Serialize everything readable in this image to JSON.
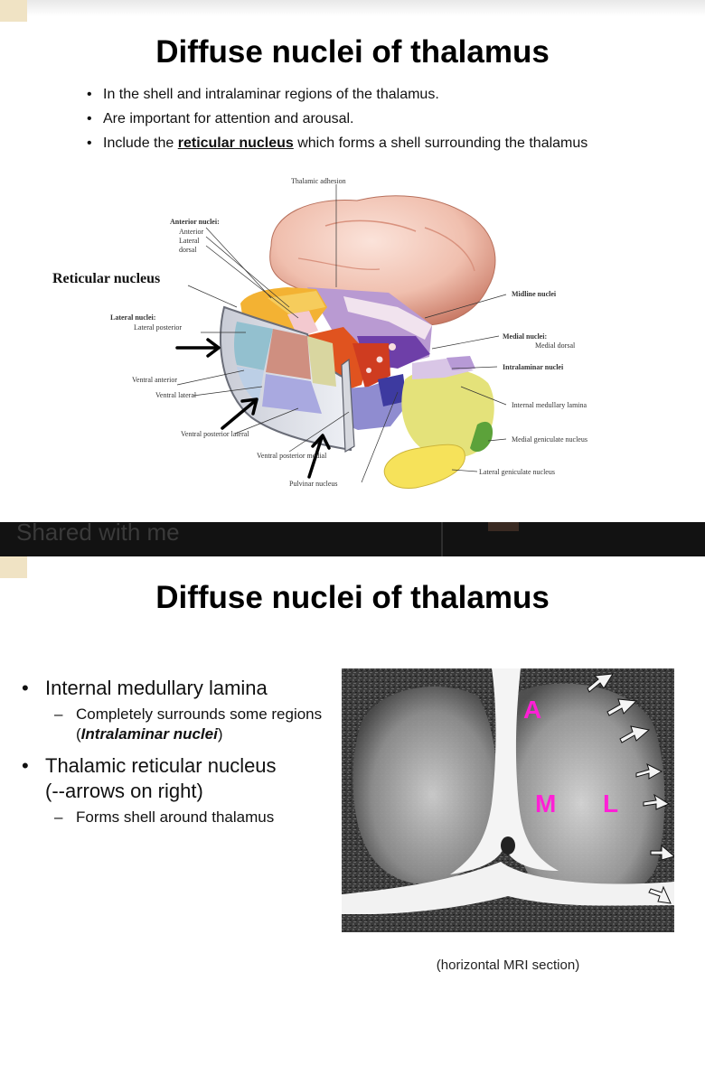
{
  "slide1": {
    "title": "Diffuse nuclei of thalamus",
    "bullets": [
      "In the shell and intralaminar regions of the thalamus.",
      "Are important for attention and arousal."
    ],
    "bullet3_prefix": "Include the ",
    "bullet3_bold": "reticular nucleus",
    "bullet3_suffix": " which forms a shell surrounding the thalamus",
    "diagram_labels": {
      "thalamic_adhesion": "Thalamic adhesion",
      "anterior_nuclei": "Anterior nuclei:",
      "anterior": "Anterior",
      "lateral": "Lateral",
      "dorsal": "dorsal",
      "reticular_nucleus": "Reticular nucleus",
      "lateral_nuclei": "Lateral nuclei:",
      "lateral_posterior": "Lateral posterior",
      "ventral_anterior": "Ventral anterior",
      "ventral_lateral": "Ventral lateral",
      "ventral_posterior_lateral": "Ventral posterior lateral",
      "ventral_posterior_medial": "Ventral posterior medial",
      "pulvinar_nucleus": "Pulvinar nucleus",
      "midline_nuclei": "Midline nuclei",
      "medial_nuclei": "Medial nuclei:",
      "medial_dorsal": "Medial dorsal",
      "intralaminar_nuclei": "Intralaminar nuclei",
      "internal_medullary_lamina": "Internal medullary lamina",
      "medial_geniculate_nucleus": "Medial geniculate nucleus",
      "lateral_geniculate_nucleus": "Lateral geniculate nucleus"
    }
  },
  "band": {
    "partial_text": "Shared with me"
  },
  "slide2": {
    "title": "Diffuse nuclei of thalamus",
    "b1": "Internal medullary lamina",
    "b1_sub_prefix": "Completely surrounds some regions (",
    "b1_sub_italic": "Intralaminar nuclei",
    "b1_sub_suffix": ")",
    "b2_line1": "Thalamic reticular nucleus",
    "b2_line2": "(--arrows on right)",
    "b2_sub": "Forms shell around thalamus",
    "mri_letters": {
      "a": "A",
      "m": "M",
      "l": "L"
    },
    "caption": "(horizontal MRI section)"
  },
  "colors": {
    "mri_letter": "#ff1fd6",
    "anterior": "#f3b233",
    "medial": "#b99ad2",
    "geniculate": "#e4e27a",
    "cortex_pink": "#f1c3b5"
  }
}
